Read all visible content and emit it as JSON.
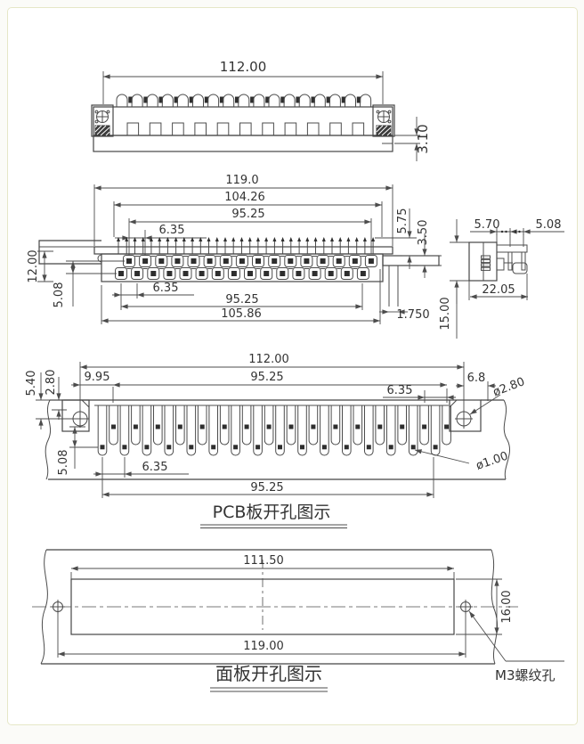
{
  "drawing": {
    "colors": {
      "line": "#4c4c4c",
      "text": "#333333",
      "dark_fill": "#2e2e2e",
      "card_border": "#e6e7c7",
      "page_bg": "#fbfbf8"
    },
    "top_view": {
      "dim_width": "112.00",
      "dim_lip": "3.10"
    },
    "front_view": {
      "dim_overall": "119.0",
      "dim_mount_span": "104.26",
      "dim_contact_span_top": "95.25",
      "dim_pitch_top": "6.35",
      "dim_pin_height": "5.75",
      "dim_flange_step": "3.50",
      "dim_body_height": "12.00",
      "dim_row_offset": "5.08",
      "dim_pitch_bottom": "6.35",
      "dim_contact_span_bottom": "95.25",
      "dim_body_width": "105.86",
      "dim_tail_pitch": "1.750",
      "dim_total_height": "15.00"
    },
    "side_view": {
      "dim_a": "5.70",
      "dim_b": "5.08",
      "dim_depth": "22.05"
    },
    "pcb_view": {
      "title": "PCB板开孔图示",
      "dim_hole_span": "112.00",
      "dim_hole_to_pad": "9.95",
      "dim_pad_span_top": "95.25",
      "dim_pitch_top": "6.35",
      "dim_corner_offset": "6.8",
      "dim_mount_hole_dia": "ø2.80",
      "dim_pin_hole_dia": "ø1.00",
      "dim_left_a": "5.40",
      "dim_left_b": "2.80",
      "dim_row_offset": "5.08",
      "dim_pitch_bottom": "6.35",
      "dim_pad_span_bottom": "95.25"
    },
    "panel_view": {
      "title": "面板开孔图示",
      "dim_cutout_width": "111.50",
      "dim_hole_span": "119.00",
      "dim_cutout_height": "16.00",
      "hole_label": "M3螺纹孔"
    }
  }
}
